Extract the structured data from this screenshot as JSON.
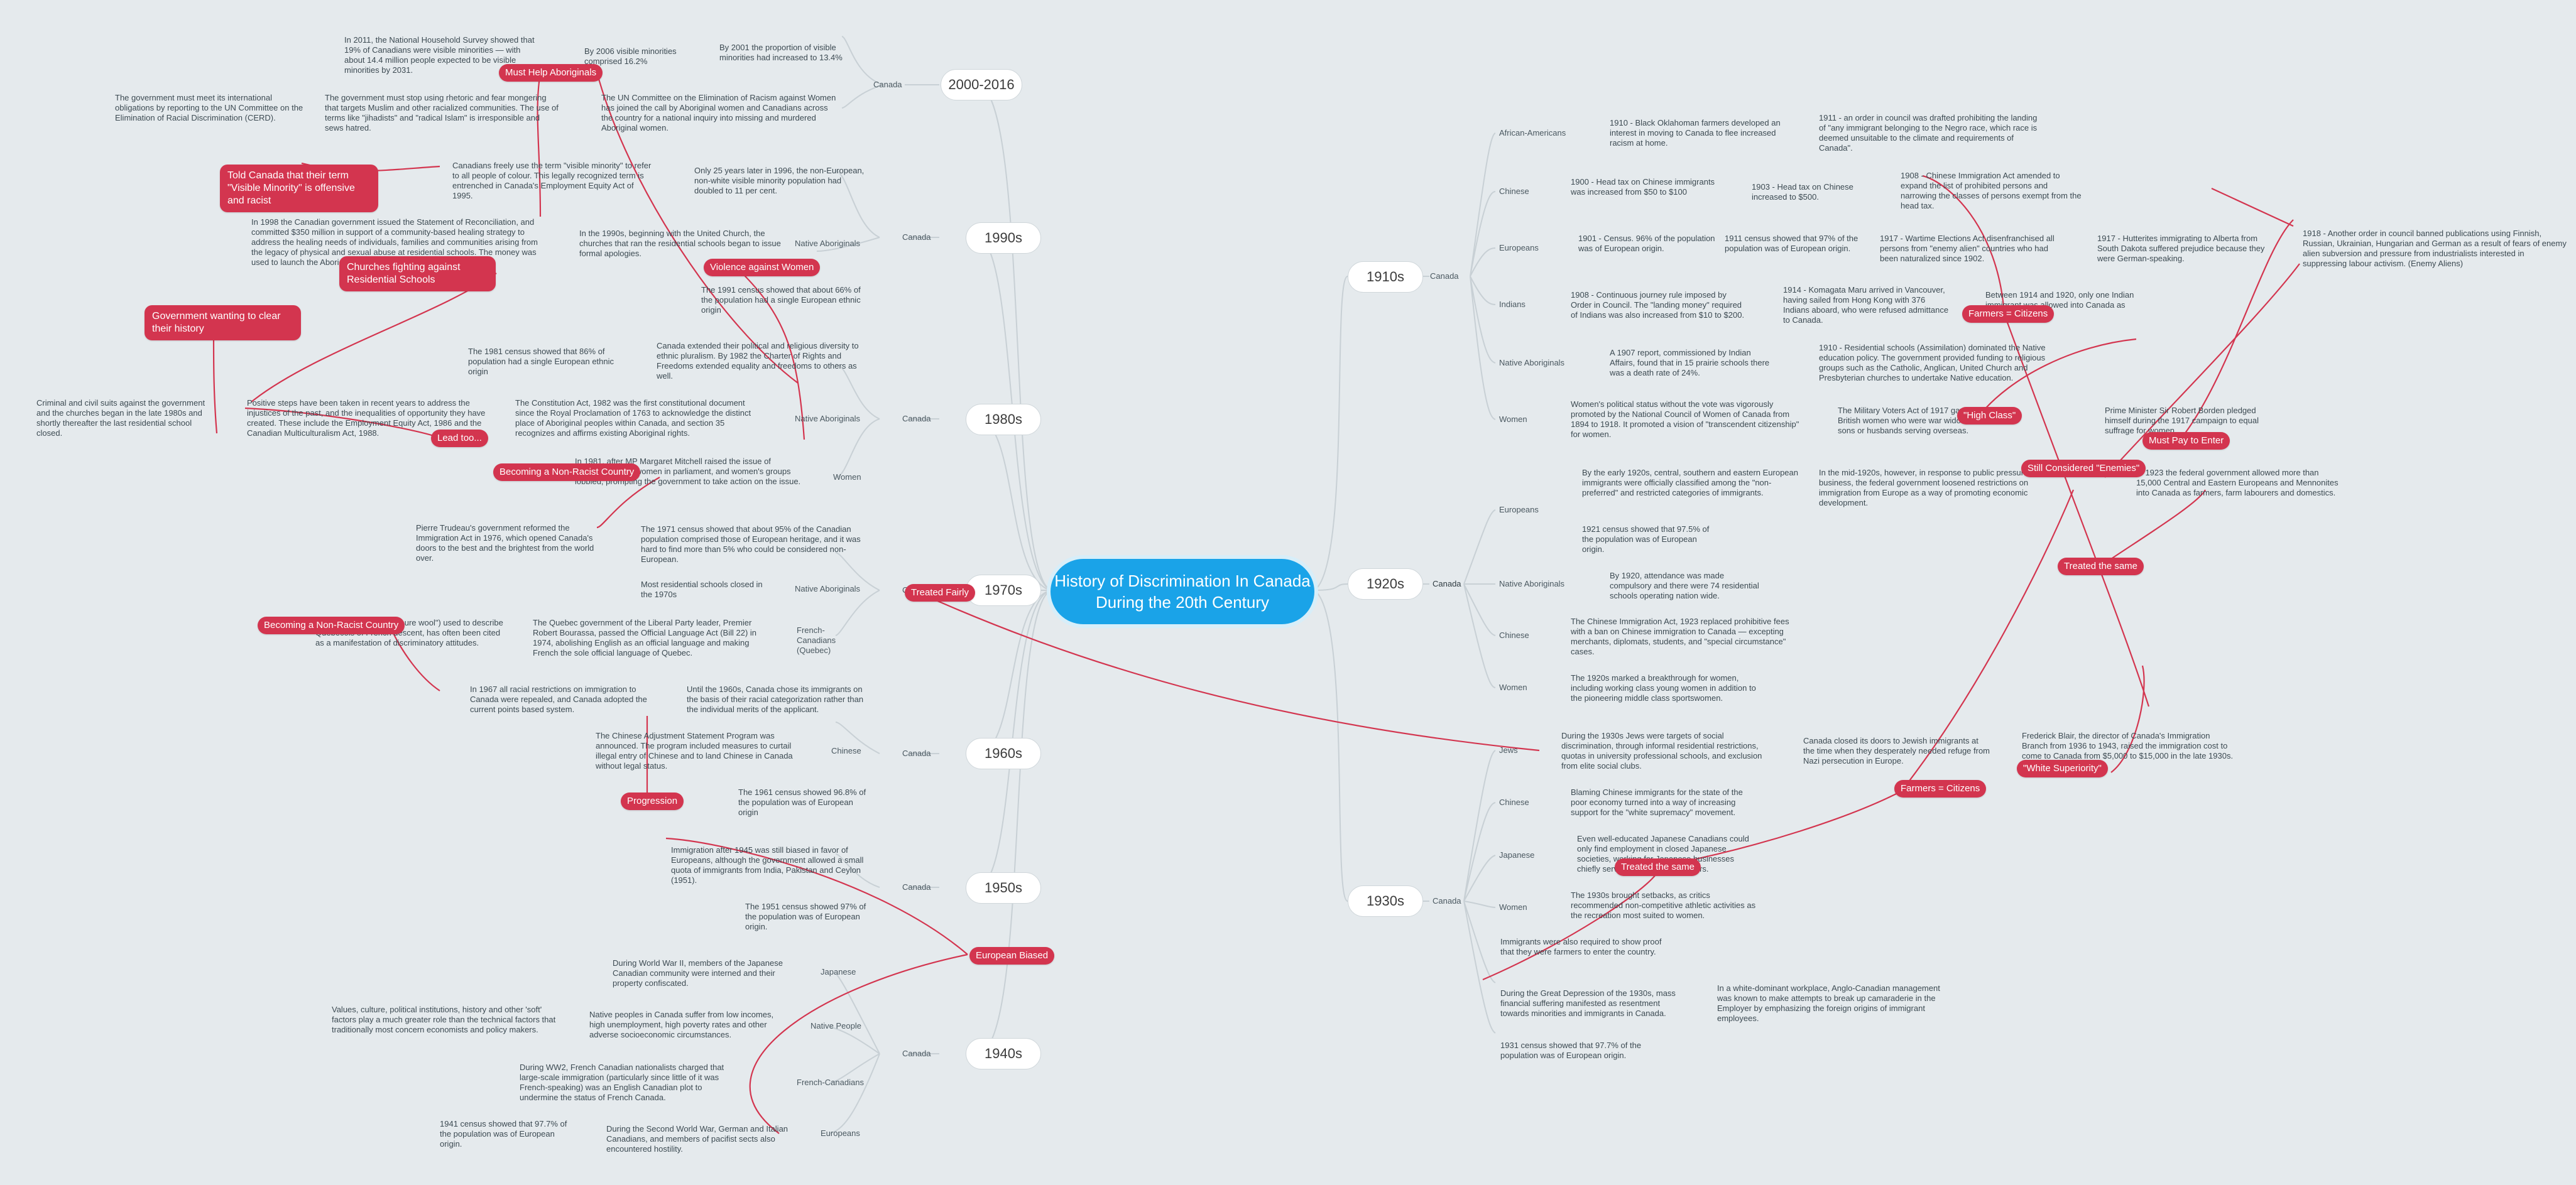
{
  "central_topic": "History of Discrimination In Canada During the 20th Century",
  "decades": {
    "d2000": "2000-2016",
    "d1990": "1990s",
    "d1980": "1980s",
    "d1970": "1970s",
    "d1960": "1960s",
    "d1950": "1950s",
    "d1940": "1940s",
    "d1910": "1910s",
    "d1920": "1920s",
    "d1930": "1930s"
  },
  "categories": {
    "canada": "Canada",
    "native_aboriginals": "Native Aboriginals",
    "women": "Women",
    "french_canadians_quebec": "French-Canadians (Quebec)",
    "chinese": "Chinese",
    "japanese": "Japanese",
    "native_people": "Native People",
    "french_canadians": "French-Canadians",
    "europeans": "Europeans",
    "african_americans": "African-Americans",
    "indians": "Indians",
    "jews": "Jews"
  },
  "notes": {
    "n2011": "In 2011, the National Household Survey showed that 19% of Canadians were visible minorities — with about 14.4 million people expected to be visible minorities by 2031.",
    "n2006": "By 2006 visible minorities comprised 16.2%",
    "n2001": "By 2001 the proportion of visible minorities had increased to 13.4%",
    "n_un_report": "The government must meet its international obligations by reporting to the UN Committee on the Elimination of Racial Discrimination (CERD).",
    "n_rhetoric": "The government must stop using rhetoric and fear mongering that targets Muslim and other racialized communities. The use of terms like \"jihadists\" and \"radical Islam\" is irresponsible and sews hatred.",
    "n_un_women": "The UN Committee on the Elimination of Racism against Women has joined the call by Aboriginal women and Canadians across the country for a national inquiry into missing and murdered Aboriginal women.",
    "n_visible_minority": "Canadians freely use the term \"visible minority\" to refer to all people of colour. This legally recognized term is entrenched in Canada's Employment Equity Act of 1995.",
    "n_1996": "Only 25 years later in 1996, the non-European, non-white visible minority population had doubled to 11 per cent.",
    "n_reconciliation": "In 1998 the Canadian government issued the Statement of Reconciliation, and committed $350 million in support of a community-based healing strategy to address the healing needs of individuals, families and communities arising from the legacy of physical and sexual abuse at residential schools. The money was used to launch the Aboriginal Healing Foundation.",
    "n_united_church": "In the 1990s, beginning with the United Church, the churches that ran the residential schools began to issue formal apologies.",
    "n_1991": "The 1991 census showed that about 66% of the population had a single European ethnic origin",
    "n_1981": "The 1981 census showed that 86% of population had a single European ethnic origin",
    "n_charter": "Canada extended their political and religious diversity to ethnic pluralism. By 1982 the Charter of Rights and Freedoms extended equality and freedoms to others as well.",
    "n_civil_suits": "Criminal and civil suits against the government and the churches began in the late 1980s and shortly thereafter the last residential school closed.",
    "n_positive_steps": "Positive steps have been taken in recent years to address the injustices of the past, and the inequalities of opportunity they have created. These include the Employment Equity Act, 1986 and the Canadian Multiculturalism Act, 1988.",
    "n_constitution": "The Constitution Act, 1982 was the first constitutional document since the Royal Proclamation of 1763 to acknowledge the distinct place of Aboriginal peoples within Canada, and section 35 recognizes and affirms existing Aboriginal rights.",
    "n_mitchell": "In 1981, after MP Margaret Mitchell raised the issue of violence against women in parliament, and women's groups lobbied, prompting the government to take action on the issue.",
    "n_trudeau": "Pierre Trudeau's government reformed the Immigration Act in 1976, which opened Canada's doors to the best and the brightest from the world over.",
    "n_1971": "The 1971 census showed that about 95% of the Canadian population comprised those of European heritage, and it was hard to find more than 5% who could be considered non-European.",
    "n_schools_closed": "Most residential schools closed in the 1970s",
    "n_pure_wool": "The term \"pure laine\" (\"pure wool\") used to describe Québécois of French descent, has often been cited as a manifestation of discriminatory attitudes.",
    "n_bill22": "The Quebec government of the Liberal Party leader, Premier Robert Bourassa, passed the Official Language Act (Bill 22) in 1974, abolishing English as an official language and making French the sole official language of Quebec.",
    "n_1967": "In 1967 all racial restrictions on immigration to Canada were repealed, and Canada adopted the current points based system.",
    "n_1960s_merit": "Until the 1960s, Canada chose its immigrants on the basis of their racial categorization rather than the individual merits of the applicant.",
    "n_adjustment": "The Chinese Adjustment Statement Program was announced. The program included measures to curtail illegal entry of Chinese and to land Chinese in Canada without legal status.",
    "n_1961": "The 1961 census showed 96.8% of the population was of European origin",
    "n_1945": "Immigration after 1945 was still biased in favor of Europeans, although the government allowed a small quota of immigrants from India, Pakistan and Ceylon (1951).",
    "n_1951": "The 1951 census showed 97% of the population was of European origin.",
    "n_japanese_internment": "During World War II, members of the Japanese Canadian community were interned and their property confiscated.",
    "n_soft_factors": "Values, culture, political institutions, history and other 'soft' factors play a much greater role than the technical factors that traditionally most concern economists and policy makers.",
    "n_native_poverty": "Native peoples in Canada suffer from low incomes, high unemployment, high poverty rates and other adverse socioeconomic circumstances.",
    "n_ww2_french": "During WW2, French Canadian nationalists charged that large-scale immigration (particularly since little of it was French-speaking) was an English Canadian plot to undermine the status of French Canada.",
    "n_1941": "1941 census showed that 97.7% of the population was of European origin.",
    "n_ww2_germans": "During the Second World War, German and Italian Canadians, and members of pacifist sects also encountered hostility.",
    "n_oklahoma": "1910 - Black Oklahoman farmers developed an interest in moving to Canada to flee increased racism at home.",
    "n_1911": "1911 - an order in council was drafted prohibiting the landing of \"any immigrant belonging to the Negro race, which race is deemed unsuitable to the climate and requirements of Canada\".",
    "n_head_tax_1900": "1900 - Head tax on Chinese immigrants was increased from $50 to $100",
    "n_head_tax_1903": "1903 - Head tax on Chinese increased to $500.",
    "n_act_1908": "1908 - Chinese Immigration Act amended to expand the list of prohibited persons and narrowing the classes of persons exempt from the head tax.",
    "n_1901": "1901 - Census. 96% of the population was of European origin.",
    "n_1911_census": "1911 census showed that 97% of the population was of European origin.",
    "n_wartime_1917": "1917 - Wartime Elections Act disenfranchised all persons from \"enemy alien\" countries who had been naturalized since 1902.",
    "n_hutterites": "1917 - Hutterites immigrating to Alberta from South Dakota suffered prejudice because they were German-speaking.",
    "n_1918": "1918 - Another order in council banned publications using Finnish, Russian, Ukrainian, Hungarian and German as a result of fears of enemy alien subversion and pressure from industrialists interested in suppressing labour activism. (Enemy Aliens)",
    "n_komagata": "1908 - Continuous journey rule imposed by Order in Council. The \"landing money\" required of Indians was also increased from $10 to $200.",
    "n_komagata_1914": "1914 - Komagata Maru arrived in Vancouver, having sailed from Hong Kong with 376 Indians aboard, who were refused admittance to Canada.",
    "n_india_1914": "Between 1914 and 1920, only one Indian immigrant was allowed into Canada as an immigrant.",
    "n_1907_report": "A 1907 report, commissioned by Indian Affairs, found that in 15 prairie schools there was a death rate of 24%.",
    "n_1910_schools": "1910 - Residential schools (Assimilation) dominated the Native education policy. The government provided funding to religious groups such as the Catholic, Anglican, United Church and Presbyterian churches to undertake Native education.",
    "n_women_vote": "Women's political status without the vote was vigorously promoted by the National Council of Women of Canada from 1894 to 1918. It promoted a vision of \"transcendent citizenship\" for women.",
    "n_military_voters": "The Military Voters Act of 1917 gave the vote to British women who were war widows or had sons or husbands serving overseas.",
    "n_borden": "Prime Minister Sir Robert Borden pledged himself during the 1917 campaign to equal suffrage for women.",
    "n_mid1920s": "By the early 1920s, central, southern and eastern European immigrants were officially classified among the \"non-preferred\" and restricted categories of immigrants.",
    "n_late1920s": "In the mid-1920s, however, in response to public pressure from business, the federal government loosened restrictions on immigration from Europe as a way of promoting economic development.",
    "n_mennonites": "In 1923 the federal government allowed more than 15,000 Central and Eastern Europeans and Mennonites into Canada as farmers, farm labourers and domestics.",
    "n_1921": "1921 census showed that 97.5% of the population was of European origin.",
    "n_1920_attendance": "By 1920, attendance was made compulsory and there were 74 residential schools operating nation wide.",
    "n_exclusion": "The Chinese Immigration Act, 1923 replaced prohibitive fees with a ban on Chinese immigration to Canada — excepting merchants, diplomats, students, and \"special circumstance\" cases.",
    "n_1920s_women": "The 1920s marked a breakthrough for women, including working class young women in addition to the pioneering middle class sportswomen.",
    "n_1930_jews": "During the 1930s Jews were targets of social discrimination, through informal residential restrictions, quotas in university professional schools, and exclusion from elite social clubs.",
    "n_jewish_refugees": "Canada closed its doors to Jewish immigrants at the time when they desperately needed refuge from Nazi persecution in Europe.",
    "n_blair": "Frederick Blair, the director of Canada's Immigration Branch from 1936 to 1943, raised the immigration cost to come to Canada from $5,000 to $15,000 in the late 1930s.",
    "n_blaming_chinese": "Blaming Chinese immigrants for the state of the poor economy turned into a way of increasing support for the \"white supremacy\" movement.",
    "n_japanese_employment": "Even well-educated Japanese Canadians could only find employment in closed Japanese societies, working for Japanese businesses chiefly serving Japanese customers.",
    "n_1930s_women": "The 1930s brought setbacks, as critics recommended non-competitive athletic activities as the recreation most suited to women.",
    "n_farmers_proof": "Immigrants were also required to show proof that they were farmers to enter the country.",
    "n_depression": "During the Great Depression of the 1930s, mass financial suffering manifested as resentment towards minorities and immigrants in Canada.",
    "n_employer": "In a white-dominant workplace, Anglo-Canadian management was known to make attempts to break up camaraderie in the Employer by emphasizing the foreign origins of immigrant employees.",
    "n_1931": "1931 census showed that 97.7% of the population was of European origin."
  },
  "relationship_labels": {
    "must_help_aboriginals": "Must Help Aboriginals",
    "told_canada": "Told Canada that their term \"Visible Minority\" is offensive and racist",
    "churches_fighting": "Churches fighting against Residential Schools",
    "government_clear": "Government wanting to clear their history",
    "violence_against_women": "Violence against Women",
    "lead_too": "Lead too...",
    "becoming_non_racist_1": "Becoming a Non-Racist Country",
    "becoming_non_racist_2": "Becoming a Non-Racist Country",
    "treated_fairly": "Treated Fairly",
    "progression": "Progression",
    "european_biased": "European Biased",
    "farmers_citizens_1": "Farmers = Citizens",
    "high_class": "\"High Class\"",
    "must_pay_enter": "Must Pay to Enter",
    "still_enemies": "Still Considered \"Enemies\"",
    "treated_same_1": "Treated the same",
    "white_superiority": "\"White Superiority\"",
    "farmers_citizens_2": "Farmers = Citizens",
    "treated_same_2": "Treated the same"
  },
  "colors": {
    "background": "#e5eaed",
    "central_fill": "#1aa3e8",
    "relationship": "#d3354f",
    "branch_line": "#c8d0d5"
  }
}
